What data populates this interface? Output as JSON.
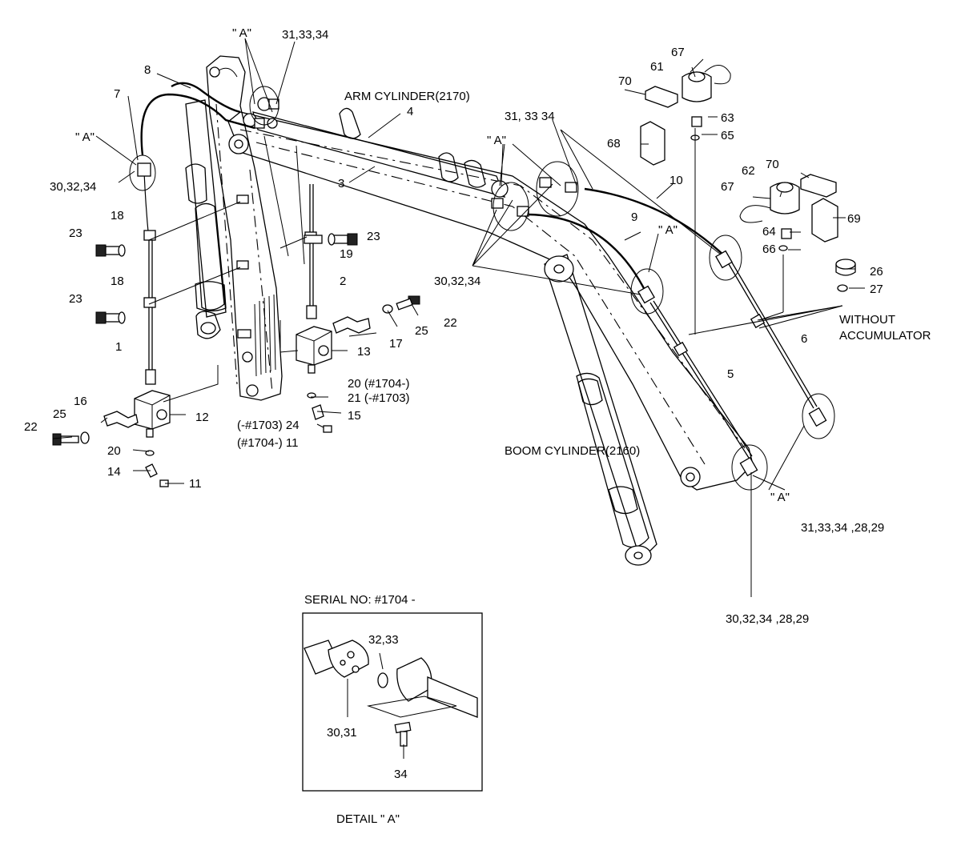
{
  "labels": {
    "arm_cylinder": "ARM CYLINDER(2170)",
    "boom_cylinder": "BOOM CYLINDER(2160)",
    "without_accumulator_1": "WITHOUT",
    "without_accumulator_2": "ACCUMULATOR",
    "serial_no": "SERIAL NO: #1704 -",
    "detail_a": "DETAIL   \" A\"",
    "marker_a": "\" A\""
  },
  "callouts": {
    "c1": "1",
    "c2": "2",
    "c3": "3",
    "c4": "4",
    "c5": "5",
    "c6": "6",
    "c7": "7",
    "c8": "8",
    "c9": "9",
    "c10": "10",
    "c11a": "11",
    "c11b": "(#1704-) 11",
    "c12": "12",
    "c13": "13",
    "c14": "14",
    "c15": "15",
    "c16": "16",
    "c17": "17",
    "c18a": "18",
    "c18b": "18",
    "c19": "19",
    "c20a": "20 (#1704-)",
    "c20b": "20",
    "c21": "21 (-#1703)",
    "c22a": "22",
    "c22b": "22",
    "c23a": "23",
    "c23b": "23",
    "c23c": "23",
    "c24": "(-#1703) 24",
    "c25a": "25",
    "c25b": "25",
    "c26": "26",
    "c27": "27",
    "c30_32_34_left": "30,32,34",
    "c30_32_34_mid": "30,32,34",
    "c30_32_34_28_29": "30,32,34 ,28,29",
    "c31_33_34_top": "31,33,34",
    "c31_33_34_mid": "31, 33 34",
    "c31_33_34_28_29": "31,33,34 ,28,29",
    "c61": "61",
    "c62": "62",
    "c63": "63",
    "c64": "64",
    "c65": "65",
    "c66": "66",
    "c67a": "67",
    "c67b": "67",
    "c68": "68",
    "c69": "69",
    "c70a": "70",
    "c70b": "70",
    "d32_33": "32,33",
    "d30_31": "30,31",
    "d34": "34"
  }
}
